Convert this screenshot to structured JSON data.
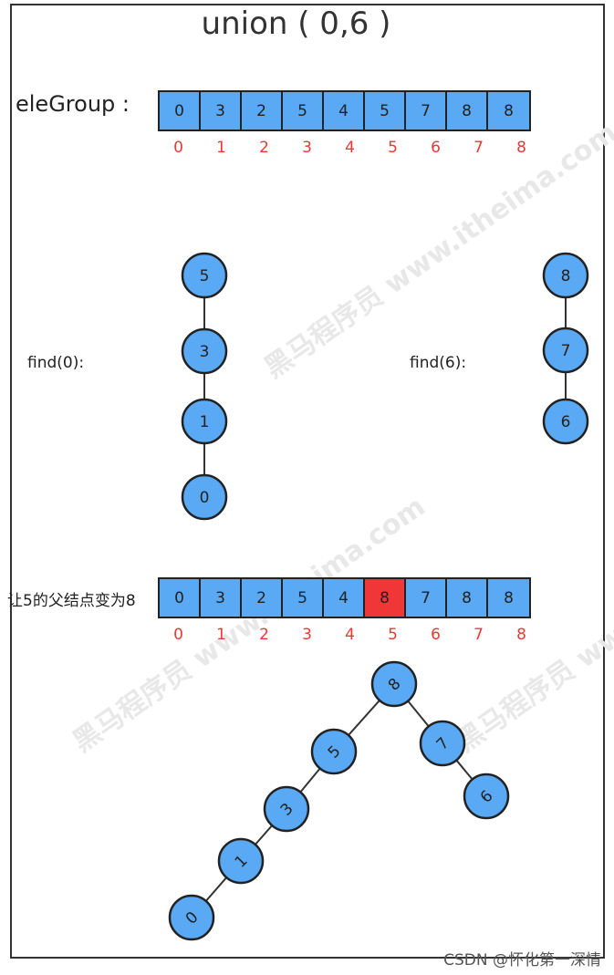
{
  "title": "union ( 0,6 )",
  "ele_group_label": "eleGroup :",
  "array_before": {
    "values": [
      "0",
      "3",
      "2",
      "5",
      "4",
      "5",
      "7",
      "8",
      "8"
    ],
    "indices": [
      "0",
      "1",
      "2",
      "3",
      "4",
      "5",
      "6",
      "7",
      "8"
    ]
  },
  "find0_label": "find(0):",
  "find6_label": "find(6):",
  "tree_find0": [
    "5",
    "3",
    "1",
    "0"
  ],
  "tree_find6": [
    "8",
    "7",
    "6"
  ],
  "array_after_label": "让5的父结点变为8",
  "array_after": {
    "values": [
      "0",
      "3",
      "2",
      "5",
      "4",
      "8",
      "7",
      "8",
      "8"
    ],
    "indices": [
      "0",
      "1",
      "2",
      "3",
      "4",
      "5",
      "6",
      "7",
      "8"
    ],
    "highlight_index": 5
  },
  "merged_tree": {
    "nodes": [
      "8",
      "5",
      "7",
      "3",
      "6",
      "1",
      "0"
    ],
    "edges": [
      [
        "8",
        "5"
      ],
      [
        "8",
        "7"
      ],
      [
        "7",
        "6"
      ],
      [
        "5",
        "3"
      ],
      [
        "3",
        "1"
      ],
      [
        "1",
        "0"
      ]
    ]
  },
  "watermark": "黑马程序员 www.itheima.com",
  "credit": "CSDN @怀化第一深情",
  "colors": {
    "node_fill": "#5aa9f4",
    "highlight": "#f03636",
    "index_text": "#f03636"
  }
}
